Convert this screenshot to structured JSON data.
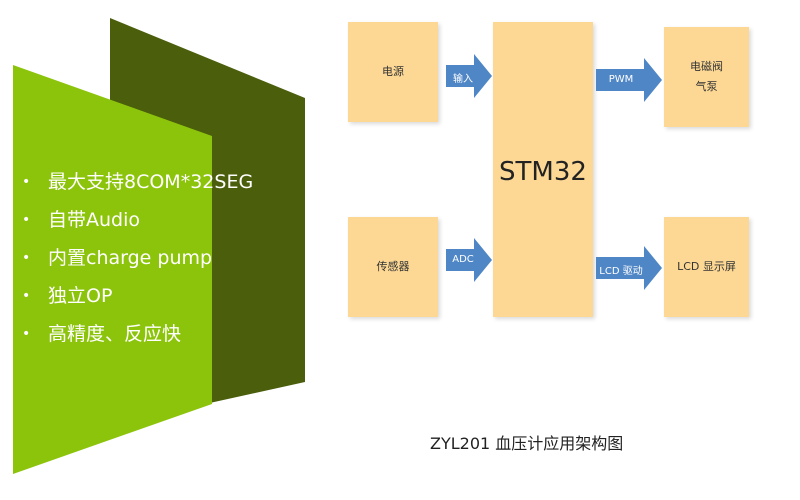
{
  "features": [
    "最大支持8COM*32SEG",
    "自带Audio",
    "内置charge pump",
    "独立OP",
    "高精度、反应快"
  ],
  "diagram": {
    "power": "电源",
    "sensor": "传感器",
    "mcu": "STM32",
    "valve_line1": "电磁阀",
    "valve_line2": "气泵",
    "lcd": "LCD 显示屏",
    "arrow_input": "输入",
    "arrow_adc": "ADC",
    "arrow_pwm": "PWM",
    "arrow_lcd": "LCD 驱动"
  },
  "caption": "ZYL201 血压计应用架构图",
  "colors": {
    "box": "#fdd894",
    "arrow": "#4f86c6",
    "panel_light": "#8cc40c",
    "panel_dark": "#4a5e0b"
  }
}
